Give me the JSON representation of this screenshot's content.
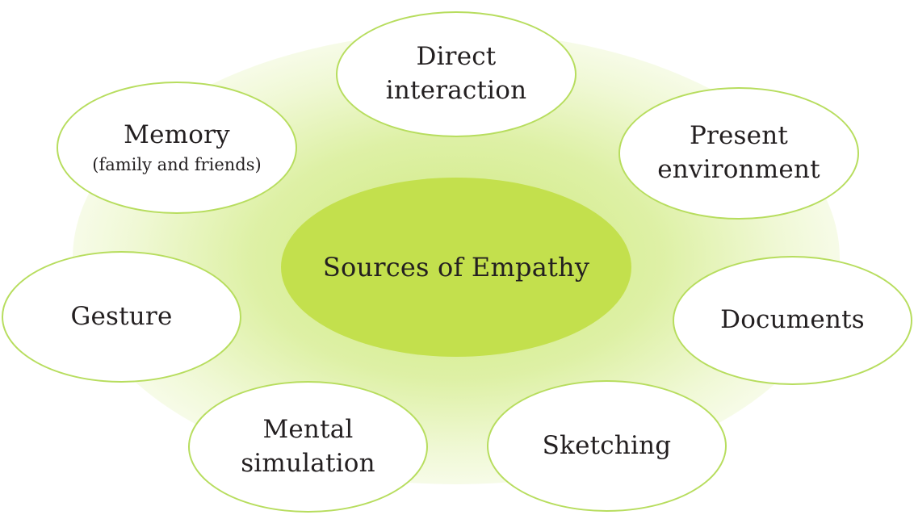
{
  "diagram": {
    "center": {
      "label": "Sources of Empathy"
    },
    "nodes": {
      "direct_interaction": {
        "label": "Direct interaction"
      },
      "present_environment": {
        "label": "Present environment"
      },
      "documents": {
        "label": "Documents"
      },
      "sketching": {
        "label": "Sketching"
      },
      "mental_simulation": {
        "label": "Mental simulation"
      },
      "gesture": {
        "label": "Gesture"
      },
      "memory": {
        "label": "Memory",
        "sublabel": "(family and friends)"
      }
    }
  },
  "colors": {
    "center_fill": "#c3e04d",
    "node_border": "#b7dd5e",
    "glow": "#d8ee96",
    "text": "#231f20"
  }
}
